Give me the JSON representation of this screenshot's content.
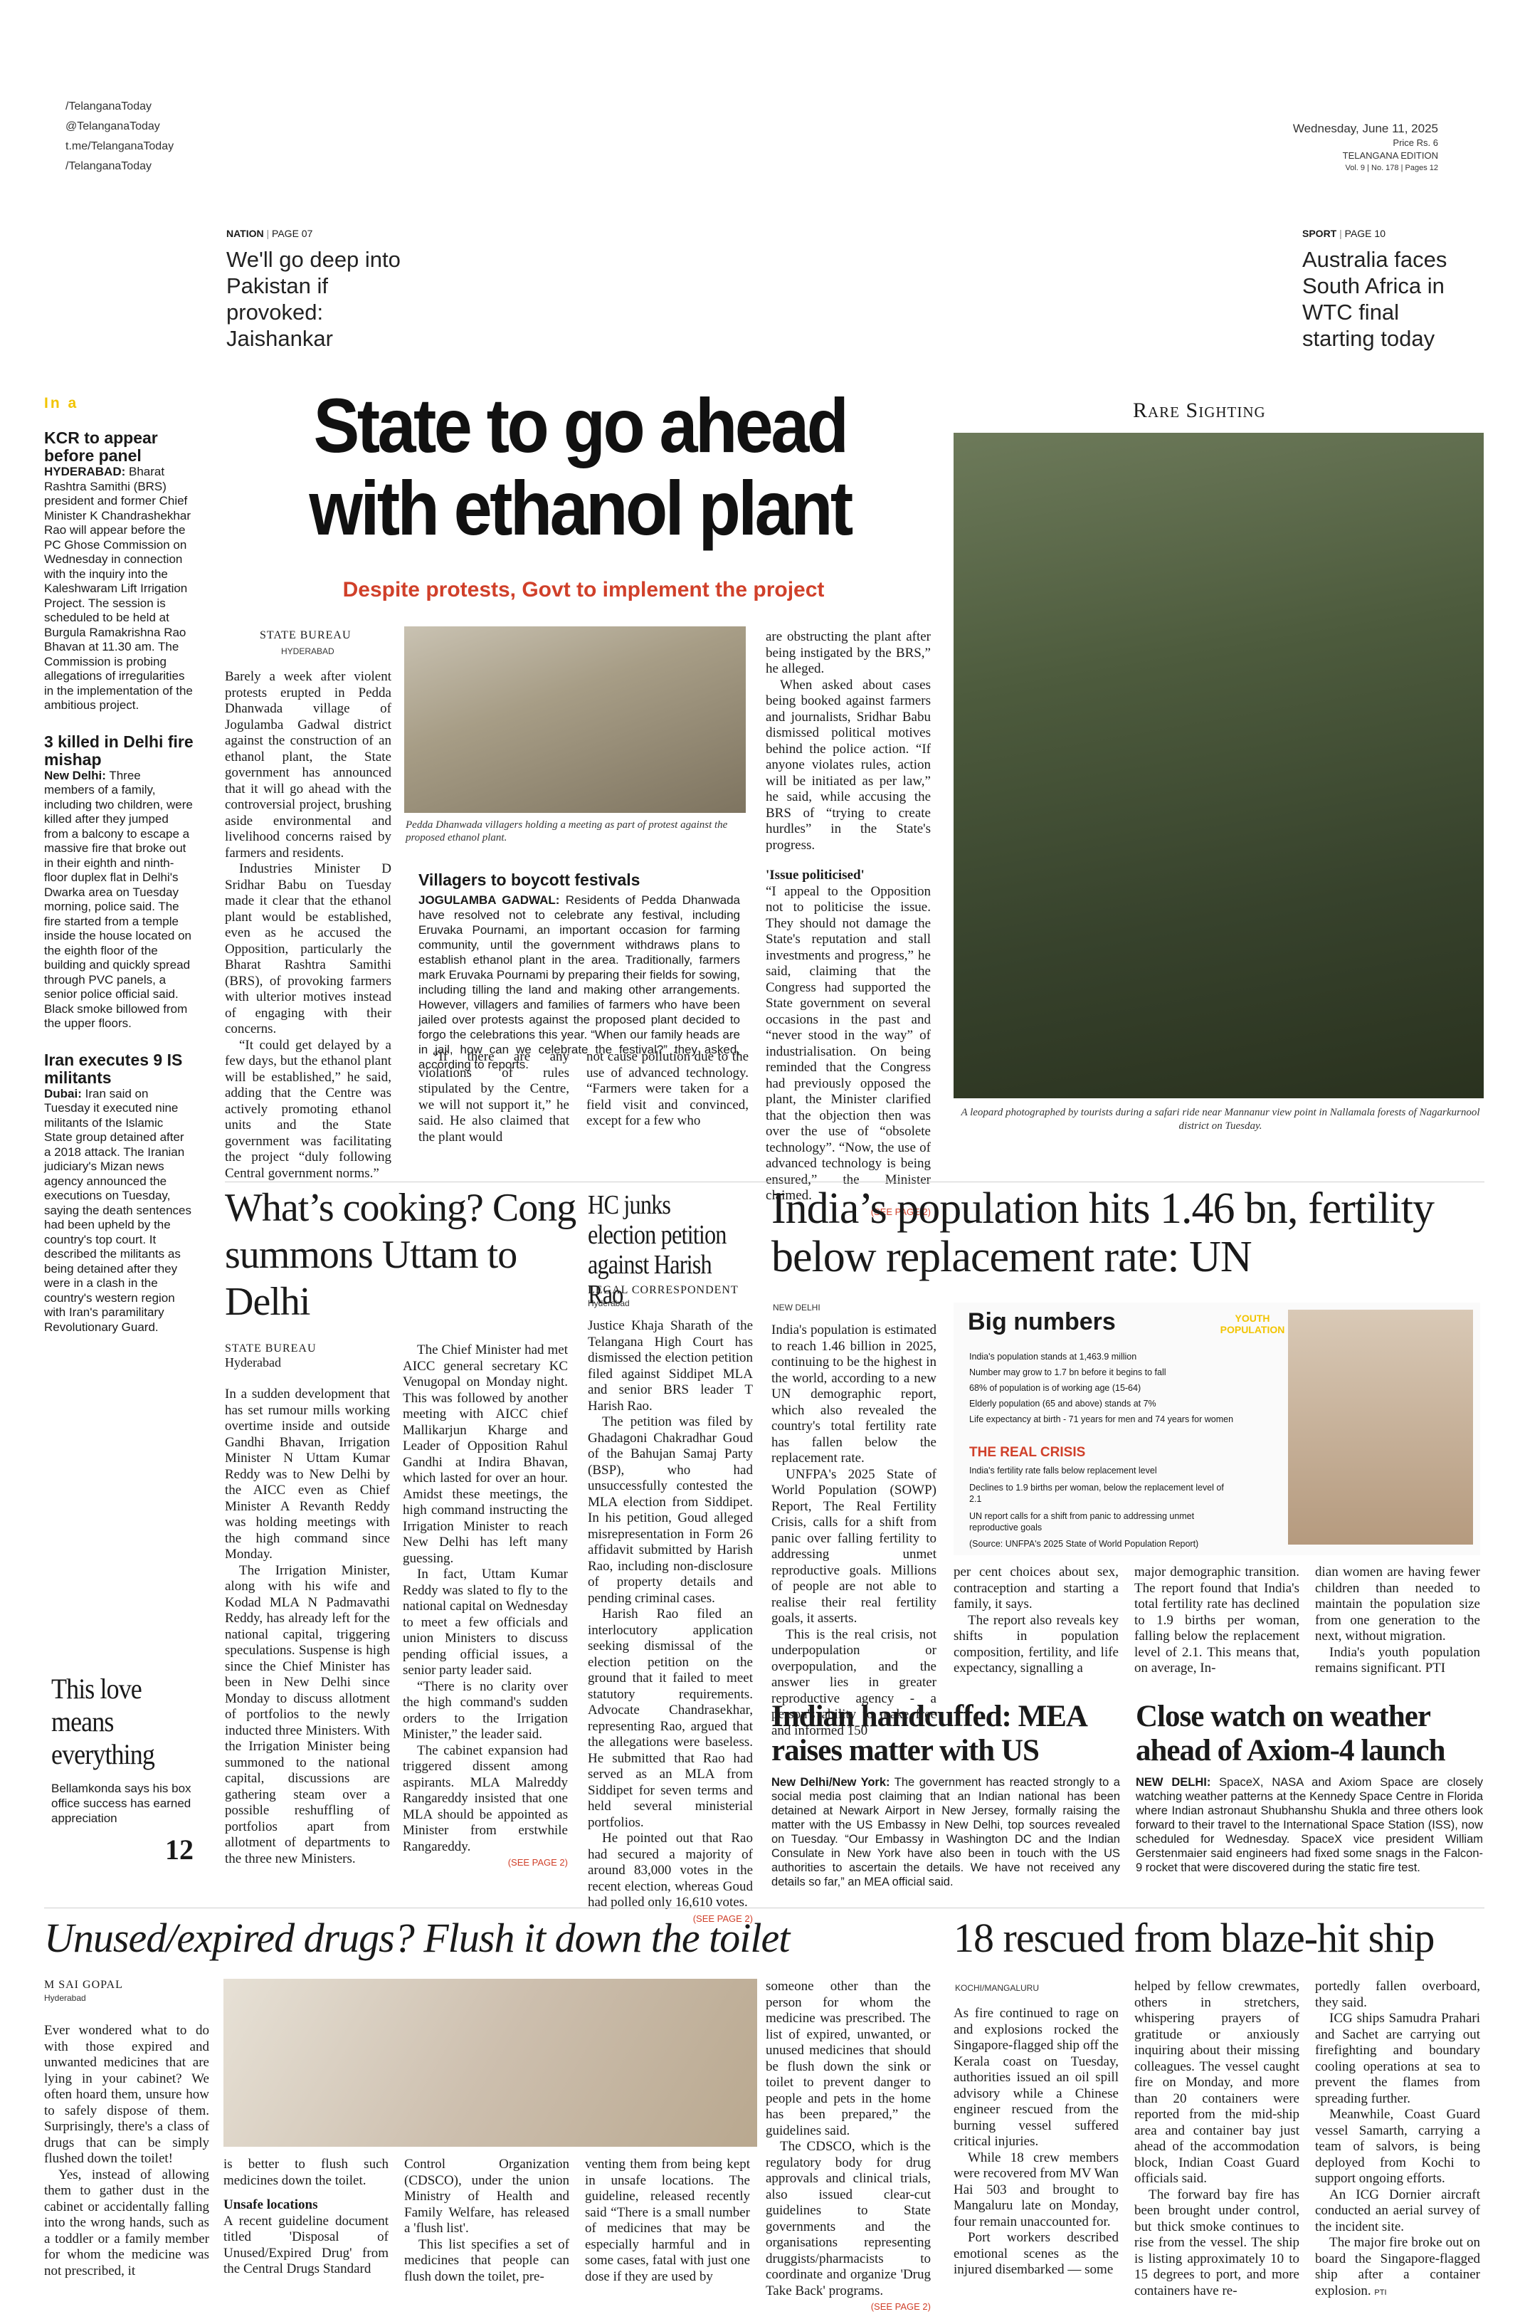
{
  "masthead": {
    "social": [
      "/TelanganaToday",
      "@TelanganaToday",
      "t.me/TelanganaToday",
      "/TelanganaToday"
    ],
    "date": "Wednesday, June 11, 2025",
    "price": "Price Rs. 6",
    "edition": "TELANGANA EDITION",
    "volume": "Vol. 9 | No. 178 | Pages 12"
  },
  "teasers": {
    "nation": {
      "section": "NATION",
      "page": "PAGE 07",
      "headline": "We'll go deep into Pakistan if provoked: Jaishankar"
    },
    "sport": {
      "section": "SPORT",
      "page": "PAGE 10",
      "headline": "Australia faces South Africa in WTC final starting today"
    }
  },
  "sidebar": {
    "tag": "In a",
    "briefs": [
      {
        "headline": "KCR to appear before panel",
        "dateline": "HYDERABAD:",
        "body": "Bharat Rashtra Samithi (BRS) president and former Chief Minister K Chandrashekhar Rao will appear before the PC Ghose Commission on Wednesday in connection with the inquiry into the Kaleshwaram Lift Irrigation Project. The session is scheduled to be held at Burgula Ramakrishna Rao Bhavan at 11.30 am. The Commission is probing allegations of irregularities in the implementation of the ambitious project."
      },
      {
        "headline": "3 killed in Delhi fire mishap",
        "dateline": "New Delhi:",
        "body": "Three members of a family, including two children, were killed after they jumped from a balcony to escape a massive fire that broke out in their eighth and ninth-floor duplex flat in Delhi's Dwarka area on Tuesday morning, police said. The fire started from a temple inside the house located on the eighth floor of the building and quickly spread through PVC panels, a senior police official said. Black smoke billowed from the upper floors."
      },
      {
        "headline": "Iran executes 9 IS militants",
        "dateline": "Dubai:",
        "body": "Iran said on Tuesday it executed nine militants of the Islamic State group detained after a 2018 attack. The Iranian judiciary's Mizan news agency announced the executions on Tuesday, saying the death sentences had been upheld by the country's top court. It described the militants as being detained after they were in a clash in the country's western region with Iran's paramilitary Revolutionary Guard."
      }
    ],
    "promo": {
      "headline": "This love means everything",
      "body": "Bellamkonda says his box office success has earned appreciation",
      "page": "12"
    }
  },
  "lead": {
    "headline": "State to go ahead with ethanol plant",
    "subhead": "Despite protests, Govt to implement the project",
    "byline": "STATE BUREAU",
    "location": "HYDERABAD",
    "col1": [
      "Barely a week after violent protests erupted in Pedda Dhanwada village of Jogulamba Gadwal district against the construction of an ethanol plant, the State government has announced that it will go ahead with the controversial project, brushing aside environmental and livelihood concerns raised by farmers and residents.",
      "Industries Minister D Sridhar Babu on Tuesday made it clear that the ethanol plant would be established, even as he accused the Opposition, particularly the Bharat Rashtra Samithi (BRS), of provoking farmers with ulterior motives instead of engaging with their concerns.",
      "“It could get delayed by a few days, but the ethanol plant will be established,” he said, adding that the Centre was actively promoting ethanol units and the State government was facilitating the project “duly following Central government norms.”"
    ],
    "photo_caption": "Pedda Dhanwada villagers holding a meeting as part of protest against the proposed ethanol plant.",
    "box": {
      "headline": "Villagers to boycott festivals",
      "dateline": "JOGULAMBA GADWAL:",
      "body": "Residents of Pedda Dhanwada have resolved not to celebrate any festival, including Eruvaka Pournami, an important occasion for farming community, until the government withdraws plans to establish ethanol plant in the area. Traditionally, farmers mark Eruvaka Pournami by preparing their fields for sowing, including tilling the land and making other arrangements. However, villagers and families of farmers who have been jailed over protests against the proposed plant decided to forgo the celebrations this year. “When our family heads are in jail, how can we celebrate the festival?” they asked, according to reports."
    },
    "col2": "“If there are any violations of rules stipulated by the Centre, we will not support it,” he said. He also claimed that the plant would",
    "col3": "not cause pollution due to the use of advanced technology. “Farmers were taken for a field visit and convinced, except for a few who",
    "col4a": "are obstructing the plant after being instigated by the BRS,” he alleged.",
    "col4b": "When asked about cases being booked against farmers and journalists, Sridhar Babu dismissed political motives behind the police action. “If anyone violates rules, action will be initiated as per law,” he said, while accusing the BRS of “trying to create hurdles” in the State's progress.",
    "col4sub": "'Issue politicised'",
    "col4c": "“I appeal to the Opposition not to politicise the issue. They should not damage the State's reputation and stall investments and progress,” he said, claiming that the Congress had supported the State government on several occasions in the past and “never stood in the way” of industrialisation. On being reminded that the Congress had previously opposed the plant, the Minister clarified that the objection then was over the use of “obsolete technology”. “Now, the use of advanced technology is being ensured,” the Minister claimed.",
    "see": "(SEE PAGE 2)"
  },
  "rare": {
    "label": "Rare Sighting",
    "caption": "A leopard photographed by tourists during a safari ride near Mannanur view point in Nallamala forests of Nagarkurnool district on Tuesday."
  },
  "cooking": {
    "headline": "What’s cooking? Cong summons Uttam to Delhi",
    "byline": "STATE BUREAU",
    "location": "Hyderabad",
    "col1a": "In a sudden development that has set rumour mills working overtime inside and outside Gandhi Bhavan, Irrigation Minister N Uttam Kumar Reddy was to New Delhi by the AICC even as Chief Minister A Revanth Reddy was holding meetings with the high command since Monday.",
    "col1b": "The Irrigation Minister, along with his wife and Kodad MLA N Padmavathi Reddy, has already left for the national capital, triggering speculations. Suspense is high since the Chief Minister has been in New Delhi since Monday to discuss allotment of portfolios to the newly inducted three Ministers. With the Irrigation Minister being summoned to the national capital, discussions are gathering steam over a possible reshuffling of portfolios apart from allotment of departments to the three new Ministers.",
    "col2a": "The Chief Minister had met AICC general secretary KC Venugopal on Monday night. This was followed by another meeting with AICC chief Mallikarjun Kharge and Leader of Opposition Rahul Gandhi at Indira Bhavan, which lasted for over an hour. Amidst these meetings, the high command instructing the Irrigation Minister to reach New Delhi has left many guessing.",
    "col2b": "In fact, Uttam Kumar Reddy was slated to fly to the national capital on Wednesday to meet a few officials and union Ministers to discuss pending official issues, a senior party leader said.",
    "col2c": "“There is no clarity over the high command's sudden orders to the Irrigation Minister,” the leader said.",
    "col2d": "The cabinet expansion had triggered dissent among aspirants. MLA Malreddy Rangareddy insisted that one MLA should be appointed as Minister from erstwhile Rangareddy.",
    "see": "(SEE PAGE 2)"
  },
  "hc": {
    "headline": "HC junks election petition against Harish Rao",
    "byline": "LEGAL CORRESPONDENT",
    "location": "Hyderabad",
    "body1": "Justice Khaja Sharath of the Telangana High Court has dismissed the election petition filed against Siddipet MLA and senior BRS leader T Harish Rao.",
    "body2": "The petition was filed by Ghadagoni Chakradhar Goud of the Bahujan Samaj Party (BSP), who had unsuccessfully contested the MLA election from Siddipet. In his petition, Goud alleged misrepresentation in Form 26 affidavit submitted by Harish Rao, including non-disclosure of property details and pending criminal cases.",
    "body3": "Harish Rao filed an interlocutory application seeking dismissal of the election petition on the ground that it failed to meet statutory requirements. Advocate Chandrasekhar, representing Rao, argued that the allegations were baseless. He submitted that Rao had served as an MLA from Siddipet for seven terms and held several ministerial portfolios.",
    "body4": "He pointed out that Rao had secured a majority of around 83,000 votes in the recent election, whereas Goud had polled only 16,610 votes.",
    "see": "(SEE PAGE 2)"
  },
  "population": {
    "headline": "India’s population hits 1.46 bn, fertility below replacement rate: UN",
    "location": "NEW DELHI",
    "col1a": "India's population is estimated to reach 1.46 billion in 2025, continuing to be the highest in the world, according to a new UN demographic report, which also revealed the country's total fertility rate has fallen below the replacement rate.",
    "col1b": "UNFPA's 2025 State of World Population (SOWP) Report, The Real Fertility Crisis, calls for a shift from panic over falling fertility to addressing unmet reproductive goals. Millions of people are not able to realise their real fertility goals, it asserts.",
    "col1c": "This is the real crisis, not underpopulation or overpopulation, and the answer lies in greater reproductive agency - a person's ability to make free and informed 150",
    "col2": "per cent choices about sex, contraception and starting a family, it says.",
    "col2b": "The report also reveals key shifts in population composition, fertility, and life expectancy, signalling a",
    "col3": "major demographic transition. The report found that India's total fertility rate has declined to 1.9 births per woman, falling below the replacement level of 2.1. This means that, on average, In-",
    "col4": "dian women are having fewer children than needed to maintain the population size from one generation to the next, without migration.",
    "col4b": "India's youth population remains significant. PTI",
    "box": {
      "title": "Big numbers",
      "youth": "YOUTH POPULATION",
      "lines": [
        "India's population stands at 1,463.9 million",
        "Number may grow to 1.7 bn before it begins to fall",
        "68% of population is of working age (15-64)",
        "Elderly population (65 and above) stands at 7%",
        "Life expectancy at birth - 71 years for men and 74 years for women"
      ],
      "crisis_title": "THE REAL CRISIS",
      "crisis_lines": [
        "India's fertility rate falls below replacement level",
        "Declines to 1.9 births per woman, below the replacement level of 2.1",
        "UN report calls for a shift from panic to addressing unmet reproductive goals"
      ],
      "source": "(Source: UNFPA's 2025 State of World Population Report)"
    }
  },
  "handcuffed": {
    "headline": "Indian handcuffed: MEA raises matter with US",
    "dateline": "New Delhi/New York:",
    "body": "The government has reacted strongly to a social media post claiming that an Indian national has been detained at Newark Airport in New Jersey, formally raising the matter with the US Embassy in New Delhi, top sources revealed on Tuesday. “Our Embassy in Washington DC and the Indian Consulate in New York have also been in touch with the US authorities to ascertain the details. We have not received any details so far,” an MEA official said."
  },
  "axiom": {
    "headline": "Close watch on weather ahead of Axiom-4 launch",
    "dateline": "NEW DELHI:",
    "body": "SpaceX, NASA and Axiom Space are closely watching weather patterns at the Kennedy Space Centre in Florida where Indian astronaut Shubhanshu Shukla and three others look forward to their travel to the International Space Station (ISS), now scheduled for Wednesday. SpaceX vice president William Gerstenmaier said engineers had fixed some snags in the Falcon-9 rocket that were discovered during the static fire test."
  },
  "drugs": {
    "headline": "Unused/expired drugs? Flush it down the toilet",
    "byline": "M SAI GOPAL",
    "location": "Hyderabad",
    "col1a": "Ever wondered what to do with those expired and unwanted medicines that are lying in your cabinet? We often hoard them, unsure how to safely dispose of them. Surprisingly, there's a class of drugs that can be simply flushed down the toilet!",
    "col1b": "Yes, instead of allowing them to gather dust in the cabinet or accidentally falling into the wrong hands, such as a toddler or a family member for whom the medicine was not prescribed, it",
    "col2a": "is better to flush such medicines down the toilet.",
    "col2sub": "Unsafe locations",
    "col2b": "A recent guideline document titled 'Disposal of Unused/Expired Drug' from the Central Drugs Standard",
    "col3": "Control Organization (CDSCO), under the union Ministry of Health and Family Welfare, has released a 'flush list'.",
    "col3b": "This list specifies a set of medicines that people can flush down the toilet, pre-",
    "col4": "venting them from being kept in unsafe locations. The guideline, released recently said “There is a small number of medicines that may be especially harmful and in some cases, fatal with just one dose if they are used by",
    "col5a": "someone other than the person for whom the medicine was prescribed. The list of expired, unwanted, or unused medicines that should be flush down the sink or toilet to prevent danger to people and pets in the home has been prepared,” the guidelines said.",
    "col5b": "The CDSCO, which is the regulatory body for drug approvals and clinical trials, also issued clear-cut guidelines to State governments and the organisations representing druggists/pharmacists to coordinate and organize 'Drug Take Back' programs.",
    "see": "(SEE PAGE 2)"
  },
  "ship": {
    "headline": "18 rescued from blaze-hit ship",
    "location": "KOCHI/MANGALURU",
    "col1a": "As fire continued to rage on and explosions rocked the Singapore-flagged ship off the Kerala coast on Tuesday, authorities issued an oil spill advisory while a Chinese engineer rescued from the burning vessel suffered critical injuries.",
    "col1b": "While 18 crew members were recovered from MV Wan Hai 503 and brought to Mangaluru late on Monday, four remain unaccounted for.",
    "col1c": "Port workers described emotional scenes as the injured disembarked — some",
    "col2a": "helped by fellow crewmates, others in stretchers, whispering prayers of gratitude or anxiously inquiring about their missing colleagues. The vessel caught fire on Monday, and more than 20 containers were reported from the mid-ship area and container bay just ahead of the accommodation block, Indian Coast Guard officials said.",
    "col2b": "The forward bay fire has been brought under control, but thick smoke continues to rise from the vessel. The ship is listing approximately 10 to 15 degrees to port, and more containers have re-",
    "col3a": "portedly fallen overboard, they said.",
    "col3b": "ICG ships Samudra Prahari and Sachet are carrying out firefighting and boundary cooling operations at sea to prevent the flames from spreading further.",
    "col3c": "Meanwhile, Coast Guard vessel Samarth, carrying a team of salvors, is being deployed from Kochi to support ongoing efforts.",
    "col3d": "An ICG Dornier aircraft conducted an aerial survey of the incident site.",
    "col3e": "The major fire broke out on board the Singapore-flagged ship after a container explosion.",
    "pti": "PTI"
  },
  "colors": {
    "accent_red": "#d0402a",
    "yellow": "#f2c400",
    "ink": "#1a1a1a"
  }
}
